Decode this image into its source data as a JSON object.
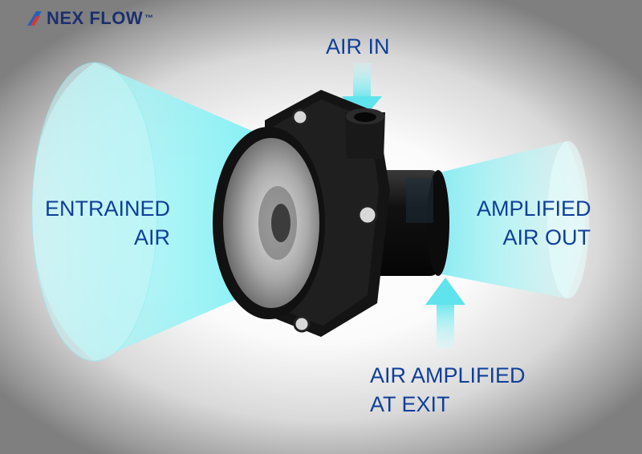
{
  "brand": {
    "name": "NEX FLOW",
    "trademark": "™",
    "color": "#1c2f6e"
  },
  "labels": {
    "air_in": "AIR IN",
    "entrained": [
      "ENTRAINED",
      "AIR"
    ],
    "amplified_out": [
      "AMPLIFIED",
      "AIR OUT"
    ],
    "amplified_exit": [
      "AIR AMPLIFIED",
      "AT EXIT"
    ]
  },
  "colors": {
    "label_text": "#0f3f98",
    "air_flow": "#6fe6ee",
    "device_body": "#151515"
  },
  "icons": [
    "nexflow-logo-icon",
    "down-arrow-icon",
    "up-arrow-icon"
  ]
}
